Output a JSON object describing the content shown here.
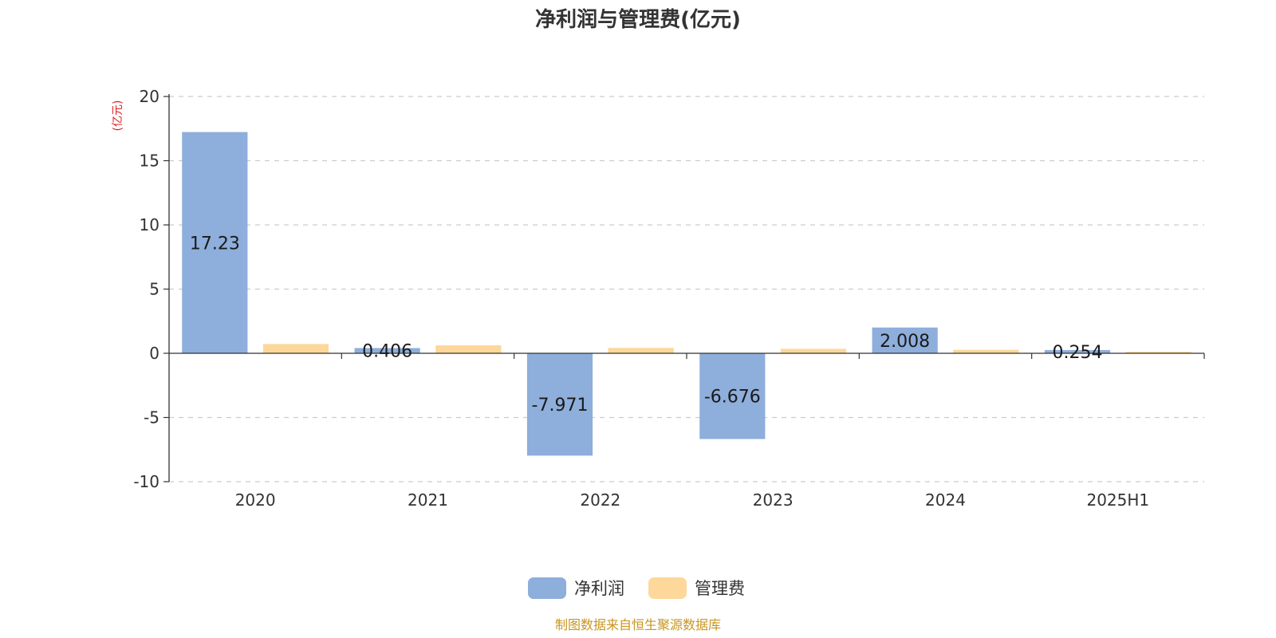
{
  "chart_data": {
    "type": "bar",
    "title": "净利润与管理费(亿元)",
    "ylabel": "(亿元)",
    "categories": [
      "2020",
      "2021",
      "2022",
      "2023",
      "2024",
      "2025H1"
    ],
    "series": [
      {
        "name": "净利润",
        "color": "#8eaedb",
        "values": [
          17.23,
          0.406,
          -7.971,
          -6.676,
          2.008,
          0.254
        ],
        "labels": [
          "17.23",
          "0.406",
          "-7.971",
          "-6.676",
          "2.008",
          "0.254"
        ]
      },
      {
        "name": "管理费",
        "color": "#fdd89a",
        "values": [
          0.72,
          0.62,
          0.42,
          0.35,
          0.27,
          0.12
        ]
      }
    ],
    "ylim": [
      -10,
      20
    ],
    "yticks": [
      20,
      15,
      10,
      5,
      0,
      -5,
      -10
    ],
    "grid": true,
    "legend_position": "bottom"
  },
  "footer": {
    "source": "制图数据来自恒生聚源数据库"
  }
}
